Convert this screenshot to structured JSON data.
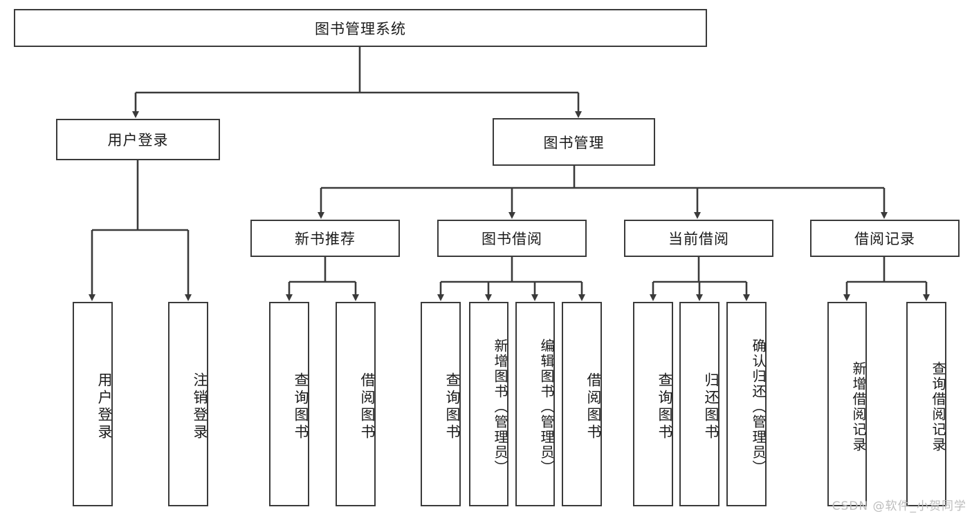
{
  "diagram": {
    "title_node": {
      "label": "图书管理系统"
    },
    "level2": [
      {
        "id": "user-login",
        "label": "用户登录"
      },
      {
        "id": "book-management",
        "label": "图书管理"
      }
    ],
    "level3": [
      {
        "id": "new-book-recommend",
        "label": "新书推荐"
      },
      {
        "id": "book-borrow",
        "label": "图书借阅"
      },
      {
        "id": "current-borrow",
        "label": "当前借阅"
      },
      {
        "id": "borrow-record",
        "label": "借阅记录"
      }
    ],
    "leaves": [
      {
        "id": "leaf-user-login",
        "label": "用户登录",
        "parent": "user-login"
      },
      {
        "id": "leaf-logout",
        "label": "注销登录",
        "parent": "user-login"
      },
      {
        "id": "leaf-query-book-1",
        "label": "查询图书",
        "parent": "new-book-recommend"
      },
      {
        "id": "leaf-borrow-book-1",
        "label": "借阅图书",
        "parent": "new-book-recommend"
      },
      {
        "id": "leaf-query-book-2",
        "label": "查询图书",
        "parent": "book-borrow"
      },
      {
        "id": "leaf-add-book",
        "label": "新增图书（管理员）",
        "parent": "book-borrow"
      },
      {
        "id": "leaf-edit-book",
        "label": "编辑图书（管理员）",
        "parent": "book-borrow"
      },
      {
        "id": "leaf-borrow-book-2",
        "label": "借阅图书",
        "parent": "book-borrow"
      },
      {
        "id": "leaf-query-book-3",
        "label": "查询图书",
        "parent": "current-borrow"
      },
      {
        "id": "leaf-return-book",
        "label": "归还图书",
        "parent": "current-borrow"
      },
      {
        "id": "leaf-confirm-return",
        "label": "确认归还（管理员）",
        "parent": "current-borrow"
      },
      {
        "id": "leaf-add-record",
        "label": "新增借阅记录",
        "parent": "borrow-record"
      },
      {
        "id": "leaf-query-record",
        "label": "查询借阅记录",
        "parent": "borrow-record"
      }
    ],
    "colors": {
      "stroke": "#3a3a3a",
      "fill": "#ffffff",
      "text": "#1a1a1a",
      "watermark": "#bdbdbd"
    }
  },
  "watermark": {
    "text": "CSDN @软件_小贺同学"
  }
}
